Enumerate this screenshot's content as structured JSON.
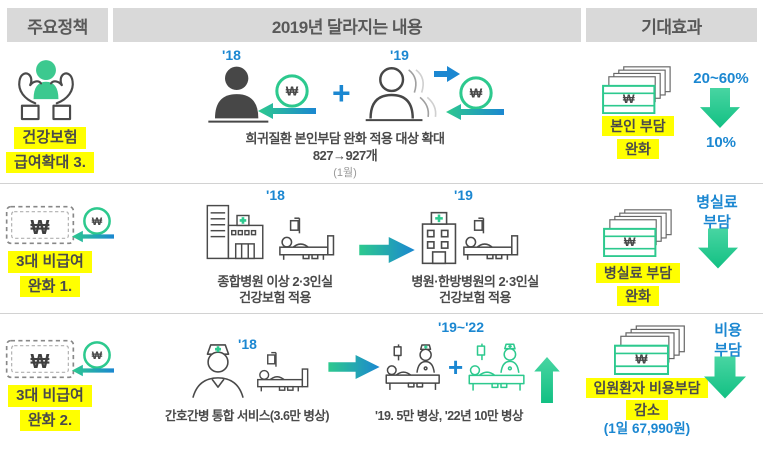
{
  "header": {
    "policy": "주요정책",
    "changes": "2019년 달라지는 내용",
    "effects": "기대효과"
  },
  "icons": {
    "won": "₩",
    "plus": "+"
  },
  "row1": {
    "left": {
      "line1": "건강보험",
      "line2": "급여확대 3."
    },
    "middle": {
      "year_before": "'18",
      "year_after": "'19",
      "caption": "희귀질환 본인부담 완화 적용 대상 확대",
      "detail": "827→927개",
      "note": "(1월)"
    },
    "right": {
      "label1": "본인 부담",
      "label2": "완화",
      "range_from": "20~60%",
      "range_to": "10%"
    }
  },
  "row2": {
    "left": {
      "line1": "3대 비급여",
      "line2": "완화 1."
    },
    "middle": {
      "year_before": "'18",
      "before_caption1": "종합병원 이상 2·3인실",
      "before_caption2": "건강보험 적용",
      "year_after": "'19",
      "after_caption1": "병원·한방병원의 2·3인실",
      "after_caption2": "건강보험 적용"
    },
    "right": {
      "label1": "병실료 부담",
      "label2": "완화",
      "effect1": "병실료",
      "effect2": "부담"
    }
  },
  "row3": {
    "left": {
      "line1": "3대 비급여",
      "line2": "완화 2."
    },
    "middle": {
      "year_before": "'18",
      "before_caption": "간호간병 통합 서비스(3.6만 병상)",
      "year_after": "'19~'22",
      "after_caption": "'19. 5만 병상, '22년 10만 병상"
    },
    "right": {
      "label1": "입원환자 비용부담",
      "label2": "감소",
      "note": "(1일 67,990원)",
      "effect1": "비용",
      "effect2": "부담"
    }
  },
  "colors": {
    "accent_blue": "#1b87d1",
    "accent_green": "#2dc98e",
    "highlight_yellow": "#ffff00",
    "header_bg": "#d9d9d9",
    "text_dark": "#4a4a4a"
  }
}
